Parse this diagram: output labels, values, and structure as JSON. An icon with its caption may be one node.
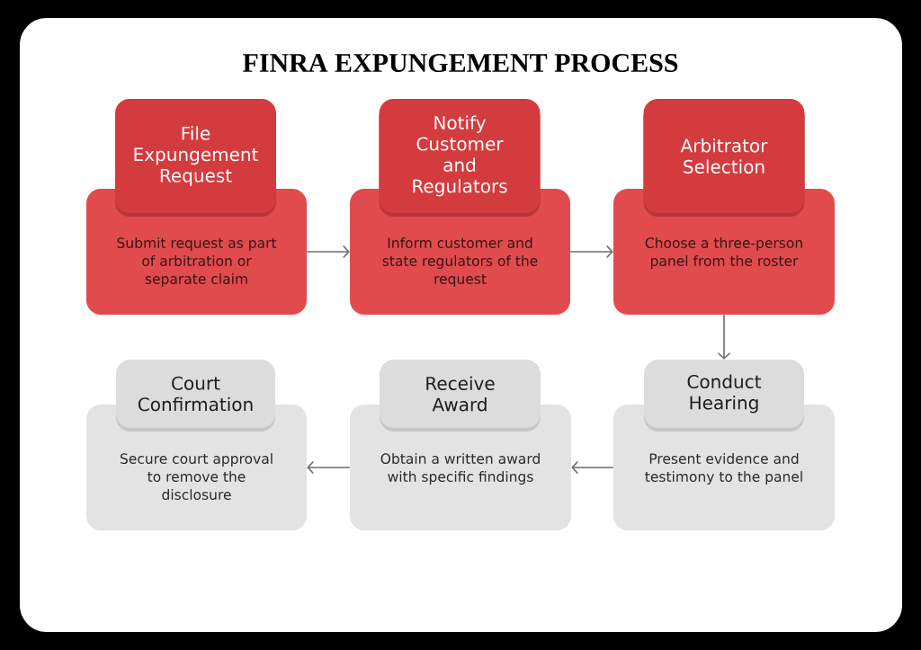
{
  "diagram": {
    "title": "FINRA EXPUNGEMENT PROCESS",
    "nodes": [
      {
        "text": [
          "File Expungement Request"
        ]
      },
      {
        "text": [
          "Submit request as part of arbitration or separate claim"
        ]
      },
      {
        "text": [
          "Notify Customer and Regulators"
        ]
      },
      {
        "text": [
          "Inform customer and state regulators of the request"
        ]
      },
      {
        "text": [
          "Arbitrator Selection"
        ]
      },
      {
        "text": [
          "Choose a three-person panel from the roster"
        ]
      },
      {
        "text": [
          "Court Confirmation"
        ]
      },
      {
        "text": [
          "Secure court approval to remove the disclosure"
        ]
      },
      {
        "text": [
          "Receive Award"
        ]
      },
      {
        "text": [
          "Obtain a written award with specific findings"
        ]
      },
      {
        "text": [
          "Conduct Hearing"
        ]
      },
      {
        "text": [
          "Present evidence and testimony to the panel"
        ]
      }
    ],
    "edges": [
      {
        "from": 1,
        "to": 3,
        "arrow": "to"
      },
      {
        "from": 3,
        "to": 5,
        "arrow": "to"
      },
      {
        "from": 5,
        "to": 10,
        "arrow": "to"
      },
      {
        "from": 11,
        "to": 9,
        "arrow": "to"
      },
      {
        "from": 9,
        "to": 7,
        "arrow": "to"
      }
    ]
  }
}
